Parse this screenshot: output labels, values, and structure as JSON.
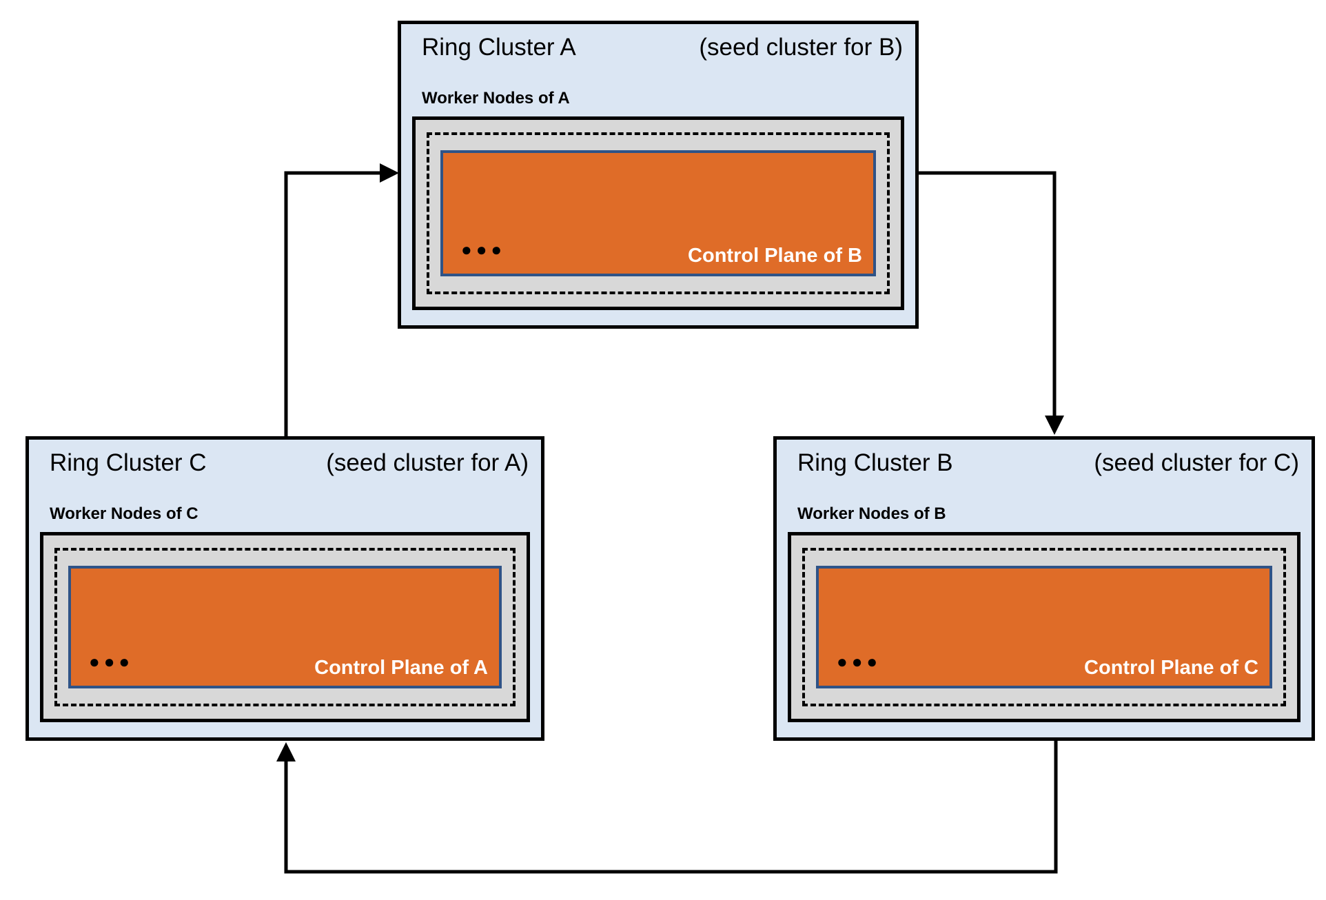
{
  "diagram": {
    "clusters": [
      {
        "id": "A",
        "title": "Ring Cluster A",
        "subtitle": "(seed cluster for B)",
        "worker_label": "Worker Nodes of A",
        "control_plane_label": "Control Plane of B",
        "dots": "●●●"
      },
      {
        "id": "C",
        "title": "Ring Cluster C",
        "subtitle": "(seed cluster for A)",
        "worker_label": "Worker Nodes of C",
        "control_plane_label": "Control Plane of A",
        "dots": "●●●"
      },
      {
        "id": "B",
        "title": "Ring Cluster B",
        "subtitle": "(seed cluster for C)",
        "worker_label": "Worker Nodes of B",
        "control_plane_label": "Control Plane of C",
        "dots": "●●●"
      }
    ],
    "arrows": [
      {
        "from": "C",
        "to": "A"
      },
      {
        "from": "A",
        "to": "B"
      },
      {
        "from": "B",
        "to": "C"
      }
    ],
    "colors": {
      "cluster_fill": "#dbe6f3",
      "cluster_border": "#000000",
      "worker_box_fill": "#d8d8d8",
      "dashed_border": "#000000",
      "control_plane_fill": "#df6c28",
      "control_plane_border": "#2f5387",
      "control_plane_text": "#ffffff",
      "arrow": "#000000"
    }
  }
}
